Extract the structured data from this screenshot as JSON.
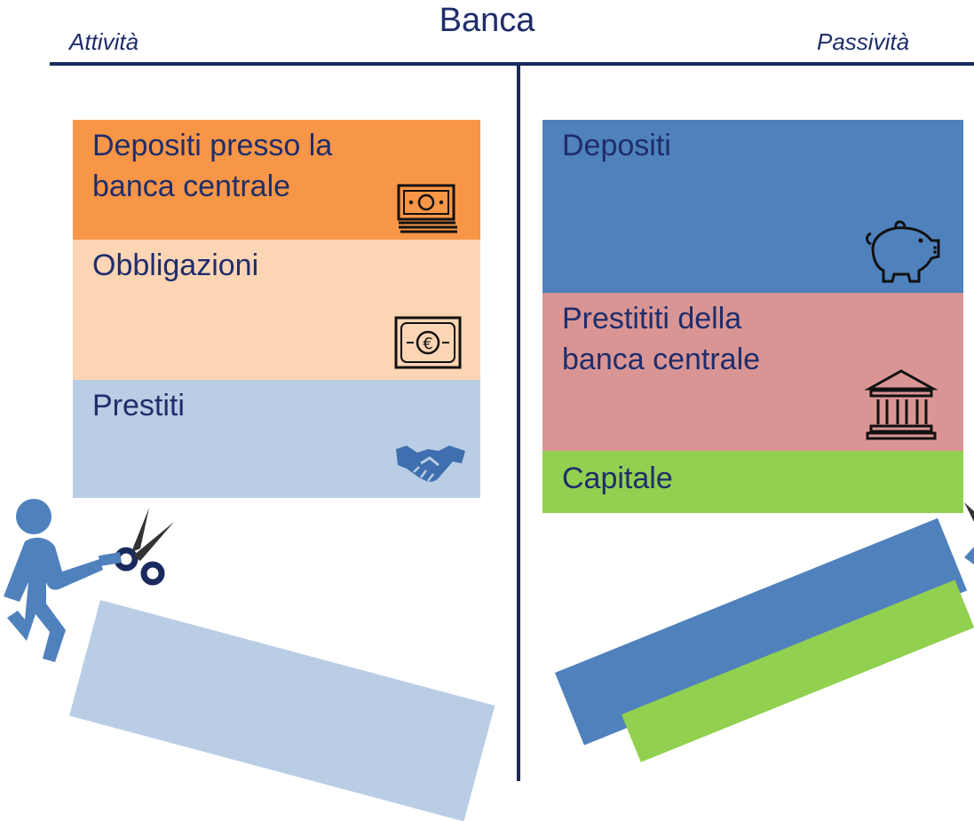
{
  "header": {
    "title": "Banca",
    "left_label": "Attività",
    "right_label": "Passività"
  },
  "assets": [
    {
      "label": "Depositi presso la\nbanca centrale",
      "color": "#f79646",
      "icon": "banknote-stack-icon"
    },
    {
      "label": "Obbligazioni",
      "color": "#fcd5b5",
      "icon": "euro-bond-icon"
    },
    {
      "label": "Prestiti",
      "color": "#b9cde5",
      "icon": "handshake-icon"
    }
  ],
  "liabilities": [
    {
      "label": "Depositi",
      "color": "#4f81bd",
      "icon": "piggy-bank-icon"
    },
    {
      "label": "Prestititi della\nbanca centrale",
      "color": "#d99594",
      "icon": "bank-building-icon"
    },
    {
      "label": "Capitale",
      "color": "#92d050",
      "icon": ""
    }
  ],
  "decorations": {
    "cut_loan_block_color": "#b9cde5",
    "falling_deposits_color": "#4f81bd",
    "falling_capital_color": "#92d050",
    "person_icon": "person-with-scissors-icon",
    "person_color": "#4f81bd"
  }
}
